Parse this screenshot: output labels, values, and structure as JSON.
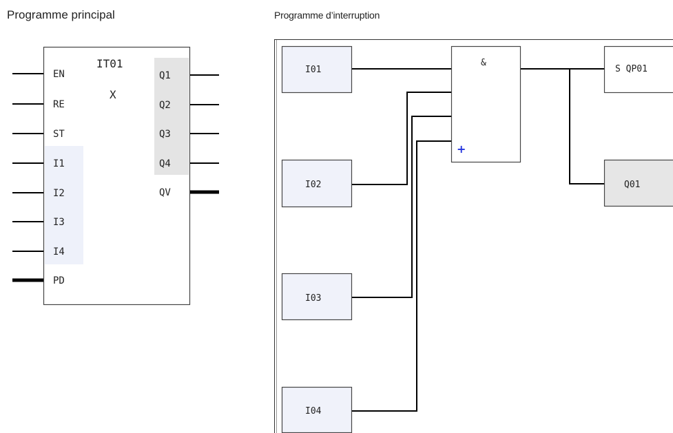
{
  "main_program": {
    "caption": "Programme principal",
    "block": {
      "name": "IT01",
      "symbol": "X",
      "inputs": [
        "EN",
        "RE",
        "ST",
        "I1",
        "I2",
        "I3",
        "I4",
        "PD"
      ],
      "outputs": [
        "Q1",
        "Q2",
        "Q3",
        "Q4",
        "QV"
      ]
    }
  },
  "interrupt_program": {
    "caption": "Programme d’interruption",
    "inputs": [
      "I01",
      "I02",
      "I03",
      "I04"
    ],
    "and_gate": {
      "label": "&",
      "plus": "+"
    },
    "set_output": "S QP01",
    "output": "Q01"
  },
  "colors": {
    "block_fill": "#ffffff",
    "line": "#000000",
    "highlight_input": "#eef1fa",
    "highlight_output": "#e4e4e4",
    "input_box": "#f0f2fa",
    "output_box_grey": "#e6e6e6",
    "plus": "#2233dd"
  }
}
